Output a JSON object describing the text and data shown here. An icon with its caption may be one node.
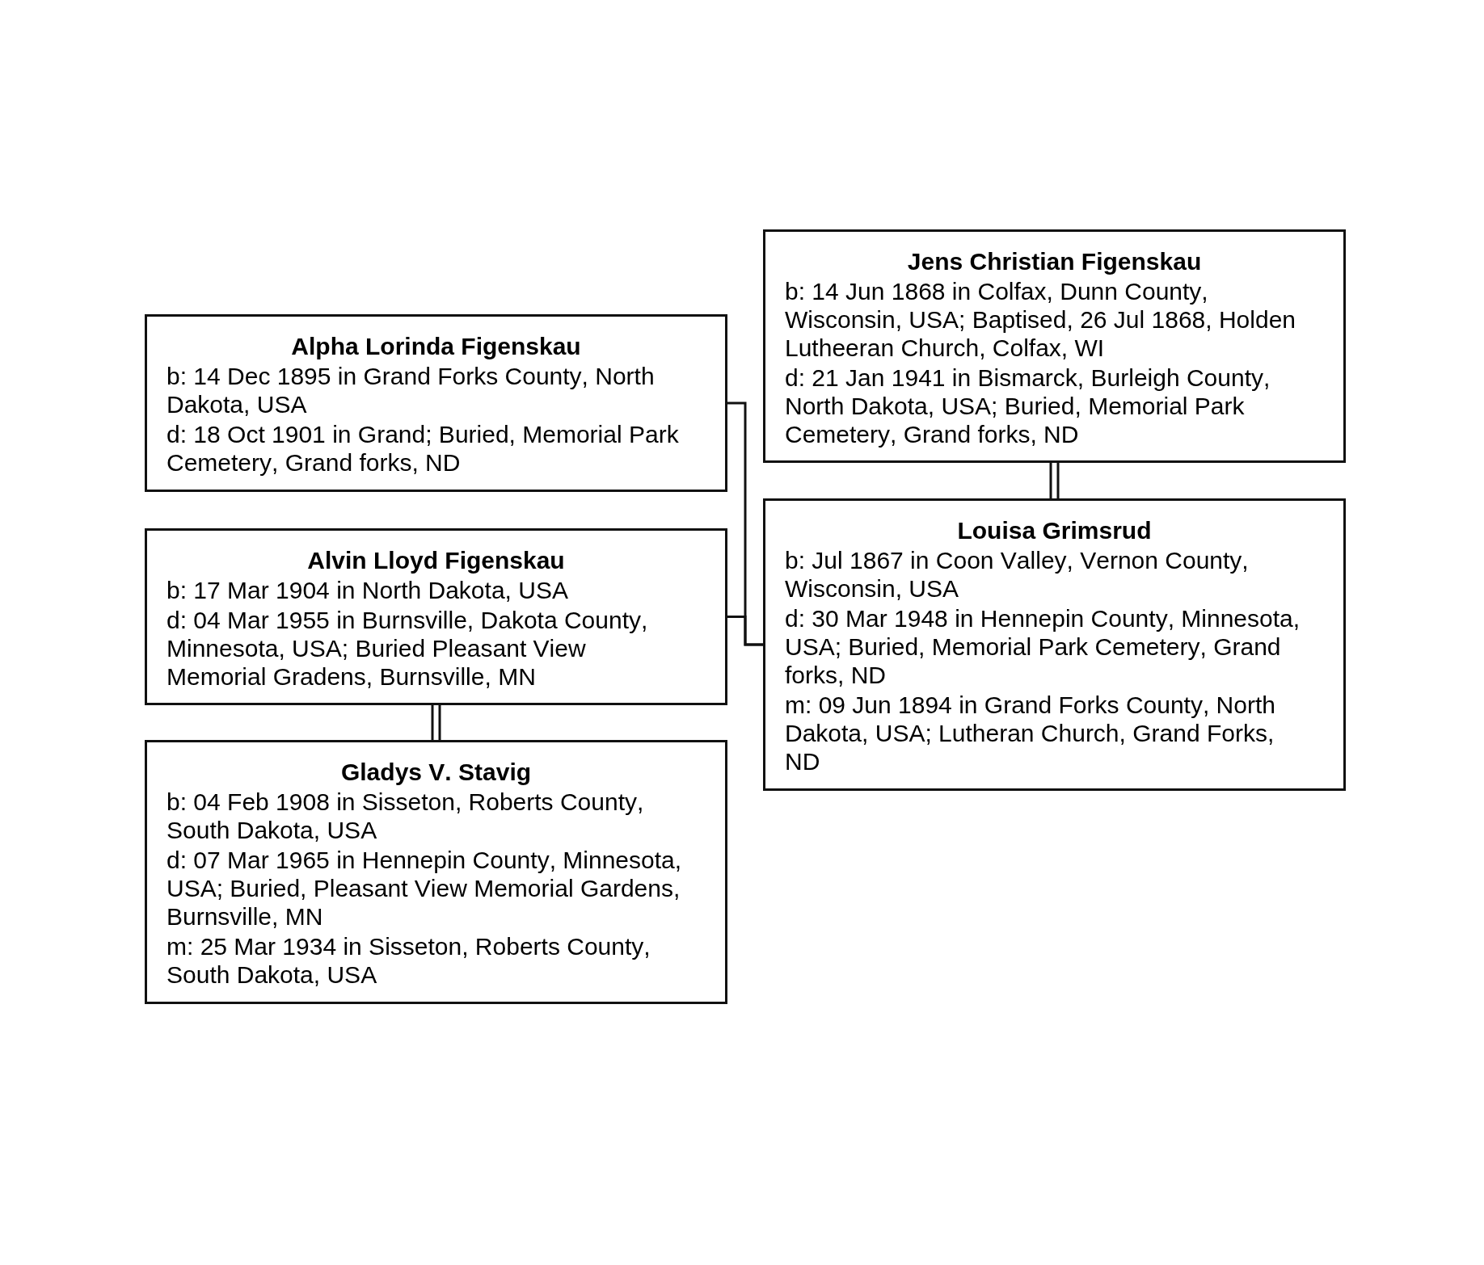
{
  "diagram": {
    "nodes": [
      {
        "text": [
          "Alpha Lorinda Figenskau",
          "b: 14 Dec 1895 in Grand Forks County, North Dakota, USA",
          "d: 18 Oct 1901 in Grand; Buried, Memorial Park Cemetery, Grand forks, ND"
        ]
      },
      {
        "text": [
          "Alvin Lloyd Figenskau",
          "b: 17 Mar 1904 in North Dakota, USA",
          "d: 04 Mar 1955 in Burnsville, Dakota County, Minnesota, USA; Buried Pleasant View Memorial Gradens, Burnsville, MN"
        ]
      },
      {
        "text": [
          "Gladys V. Stavig",
          "b: 04 Feb 1908 in Sisseton, Roberts County, South Dakota, USA",
          "d: 07 Mar 1965 in Hennepin County, Minnesota, USA; Buried, Pleasant View Memorial Gardens, Burnsville, MN",
          "m: 25 Mar 1934 in Sisseton, Roberts County, South Dakota, USA"
        ]
      },
      {
        "text": [
          "Jens Christian Figenskau",
          "b: 14 Jun 1868 in Colfax, Dunn County, Wisconsin, USA; Baptised, 26 Jul 1868, Holden Lutheeran Church, Colfax, WI",
          "d: 21 Jan 1941 in Bismarck, Burleigh County, North Dakota, USA; Buried, Memorial Park Cemetery, Grand forks, ND"
        ]
      },
      {
        "text": [
          "Louisa Grimsrud",
          "b: Jul 1867 in Coon Valley, Vernon County, Wisconsin, USA",
          "d: 30 Mar 1948 in Hennepin County, Minnesota, USA; Buried, Memorial Park Cemetery, Grand forks, ND",
          "m: 09 Jun 1894 in Grand Forks County, North Dakota, USA; Lutheran Church, Grand Forks, ND"
        ]
      }
    ],
    "edges": [
      {
        "from": 3,
        "to": 4,
        "arrow": "none"
      },
      {
        "from": 0,
        "to": 4,
        "arrow": "none"
      },
      {
        "from": 1,
        "to": 4,
        "arrow": "none"
      },
      {
        "from": 1,
        "to": 2,
        "arrow": "none"
      }
    ]
  }
}
